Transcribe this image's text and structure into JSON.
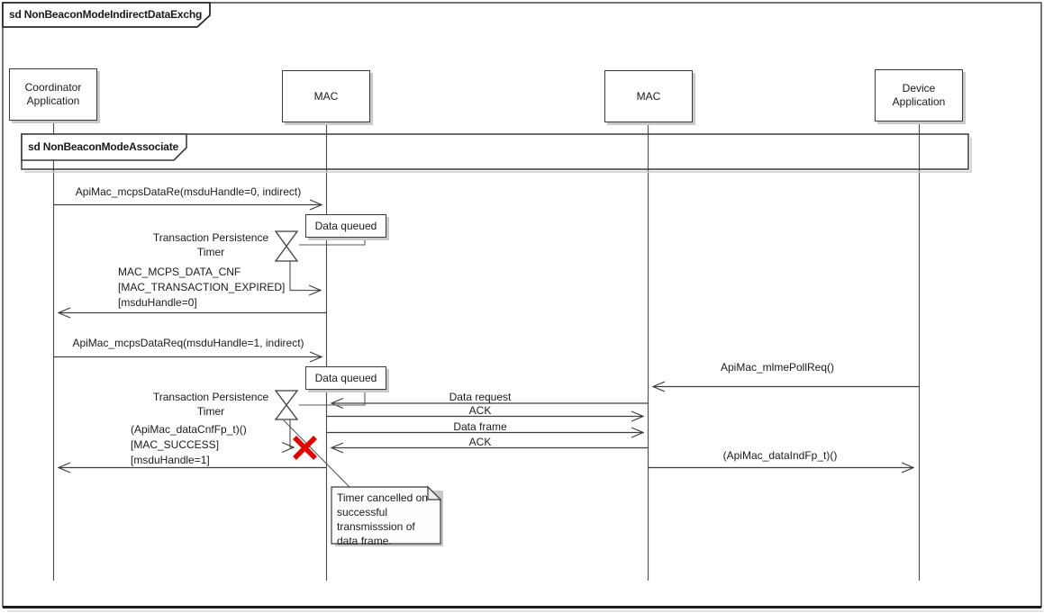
{
  "title_tab": {
    "label": "sd NonBeaconModeIndirectDataExchg"
  },
  "nested_frame": {
    "label": "sd NonBeaconModeAssociate"
  },
  "lifelines": [
    {
      "label": "Coordinator Application"
    },
    {
      "label": "MAC"
    },
    {
      "label": "MAC"
    },
    {
      "label": "Device Application"
    }
  ],
  "notes": {
    "data_queued_1": "Data queued",
    "data_queued_2": "Data queued",
    "timer_1": "Transaction Persistence\nTimer",
    "timer_2": "Transaction Persistence\nTimer",
    "cancel_note": "Timer cancelled on\nsuccessful\ntransmisssion of\ndata frame."
  },
  "messages": {
    "data_req_0": "ApiMac_mcpsDataRe(msduHandle=0, indirect)",
    "data_cnf_expired": "MAC_MCPS_DATA_CNF\n[MAC_TRANSACTION_EXPIRED]\n[msduHandle=0]",
    "data_req_1": "ApiMac_mcpsDataReq(msduHandle=1, indirect)",
    "poll_req": "ApiMac_mlmePollReq()",
    "data_request": "Data request",
    "ack_1": "ACK",
    "data_frame": "Data frame",
    "ack_2": "ACK",
    "data_cnf_success": "(ApiMac_dataCnfFp_t)()\n[MAC_SUCCESS]\n[msduHandle=1]",
    "data_ind": "(ApiMac_dataIndFp_t)()"
  },
  "colors": {
    "line": "#3f3f3f",
    "cancel_x": "#e60000",
    "shadow": "#c9c9c9",
    "background": "#ffffff"
  }
}
